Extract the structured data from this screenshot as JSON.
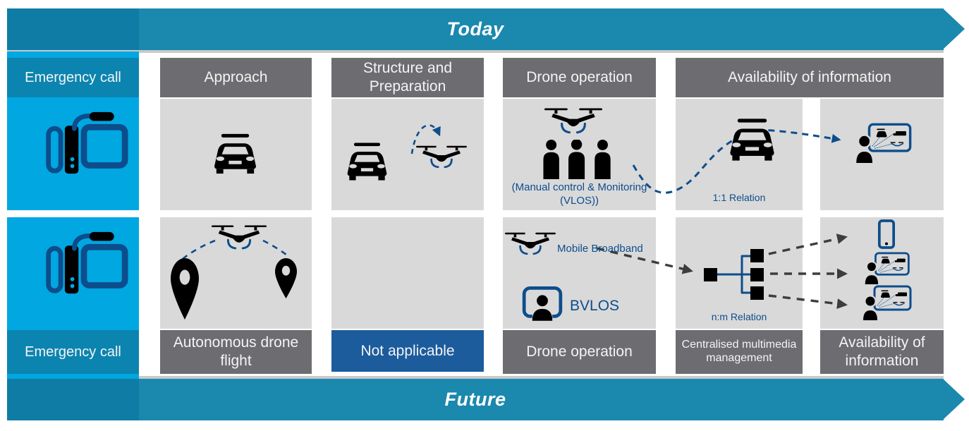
{
  "banner_today": "Today",
  "banner_future": "Future",
  "today": {
    "emergency_label": "Emergency call",
    "approach_header": "Approach",
    "structure_header": "Structure and Preparation",
    "drone_header": "Drone operation",
    "drone_caption": "(Manual control & Monitoring (VLOS))",
    "availability_header": "Availability of information",
    "relation_label": "1:1 Relation"
  },
  "future": {
    "emergency_label": "Emergency call",
    "autonomous_header": "Autonomous drone flight",
    "not_applicable_header": "Not applicable",
    "drone_header": "Drone operation",
    "mobile_broadband_label": "Mobile Broadband",
    "bvlos_label": "BVLOS",
    "central_header": "Centralised multimedia management",
    "relation_label": "n:m Relation",
    "availability_header": "Availability of information"
  },
  "icons": {
    "emergency": "dispatcher-station-icon",
    "approach": "police-car-icon",
    "structure": [
      "police-car-icon",
      "drone-icon",
      "takeoff-dashed-arc"
    ],
    "drone_today": [
      "drone-icon",
      "three-operators-icon"
    ],
    "availability_today": [
      "police-car-icon",
      "operator-at-screen-icon"
    ],
    "autonomous": [
      "drone-icon",
      "map-pin-icon",
      "map-pin-icon"
    ],
    "drone_future": [
      "drone-icon",
      "bvlos-remote-operator-icon"
    ],
    "central": "multimedia-hub-icon",
    "availability_future": [
      "smartphone-icon",
      "operator-at-screen-icon",
      "operator-at-screen-icon"
    ]
  },
  "colors": {
    "banner_teal": "#1b88ae",
    "banner_teal_dark": "#0e7ca5",
    "emergency_teal": "#0c84b0",
    "bright_blue": "#00a7e1",
    "header_gray": "#6d6d71",
    "panel_gray": "#d9d9d9",
    "navy": "#0d4d8c",
    "not_applicable_blue": "#1c5c9c",
    "arrow_black": "#3d3d3d"
  }
}
